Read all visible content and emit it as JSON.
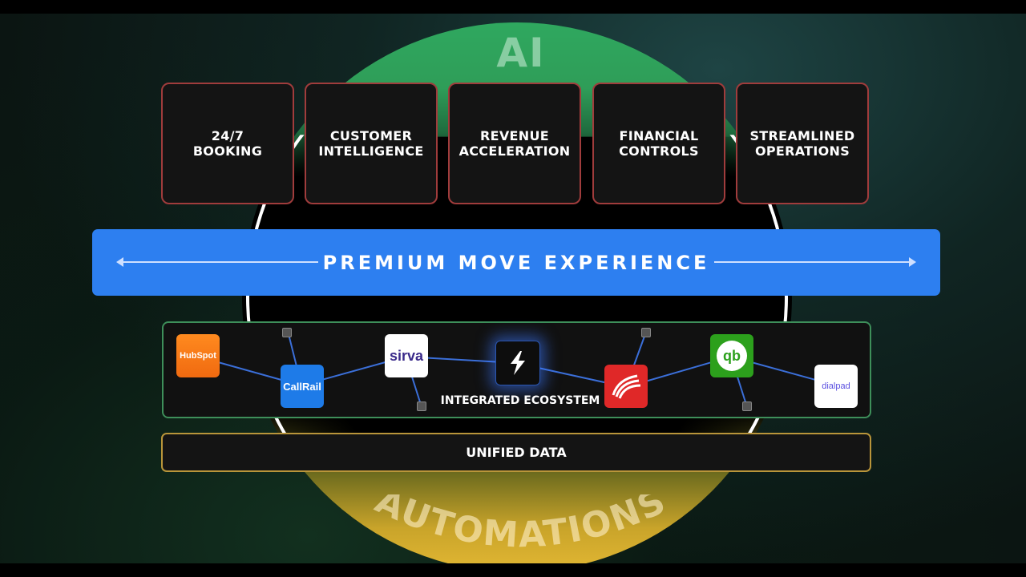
{
  "diagram": {
    "top_arc_label": "AI",
    "bottom_arc_label": "AUTOMATIONS",
    "capabilities": [
      {
        "label": "24/7\nBOOKING"
      },
      {
        "label": "CUSTOMER\nINTELLIGENCE"
      },
      {
        "label": "REVENUE\nACCELERATION"
      },
      {
        "label": "FINANCIAL\nCONTROLS"
      },
      {
        "label": "STREAMLINED\nOPERATIONS"
      }
    ],
    "experience_band": {
      "label": "PREMIUM MOVE EXPERIENCE"
    },
    "ecosystem": {
      "label": "INTEGRATED ECOSYSTEM",
      "logos": [
        {
          "name": "HubSpot",
          "text": "HubSpot",
          "icon": "hubspot-logo"
        },
        {
          "name": "CallRail",
          "text": "CallRail",
          "icon": "callrail-logo"
        },
        {
          "name": "Sirva",
          "text": "sirva",
          "icon": "sirva-logo"
        },
        {
          "name": "Ecosystem hub",
          "text": "",
          "icon": "lightning-hub-logo"
        },
        {
          "name": "Red brand",
          "text": "",
          "icon": "red-swoosh-logo"
        },
        {
          "name": "QuickBooks",
          "text": "qb",
          "icon": "quickbooks-logo"
        },
        {
          "name": "Dialpad",
          "text": "dialpad",
          "icon": "dialpad-logo"
        }
      ]
    },
    "foundation": {
      "label": "UNIFIED DATA"
    },
    "colors": {
      "ai_arc": "#2fa85f",
      "automation_arc": "#e2b733",
      "band": "#2d7ff0",
      "capability_border": "#a03c3c",
      "ecosystem_border": "#3e8f5a",
      "foundation_border": "#b9953a"
    }
  }
}
